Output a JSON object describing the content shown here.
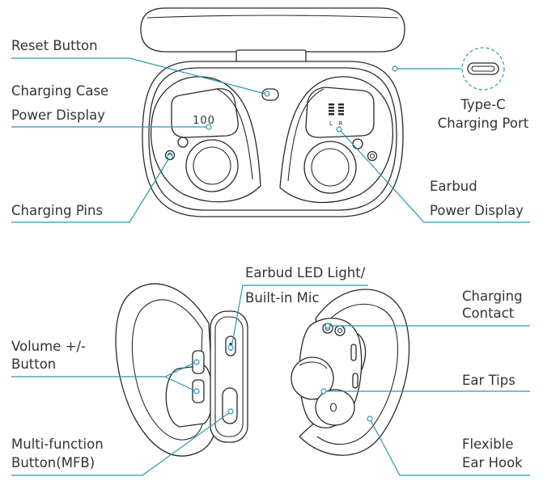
{
  "labels": {
    "reset": "Reset Button",
    "case_power_1": "Charging Case",
    "case_power_2": "Power Display",
    "charging_pins": "Charging Pins",
    "typec_1": "Type-C",
    "typec_2": "Charging Port",
    "earbud_power_1": "Earbud",
    "earbud_power_2": "Power Display",
    "led_1": "Earbud LED Light/",
    "led_2": "Built-in Mic",
    "volume_1": "Volume +/-",
    "volume_2": "Button",
    "mfb_1": "Multi-function",
    "mfb_2": "Button(MFB)",
    "contact_1": "Charging",
    "contact_2": "Contact",
    "ear_tips": "Ear Tips",
    "hook_1": "Flexible",
    "hook_2": "Ear Hook"
  },
  "displays": {
    "case_battery": "100",
    "left": "L",
    "right": "R"
  },
  "colors": {
    "leader": "#2b97b3",
    "outline": "#2a2a2a",
    "text": "#333333"
  }
}
